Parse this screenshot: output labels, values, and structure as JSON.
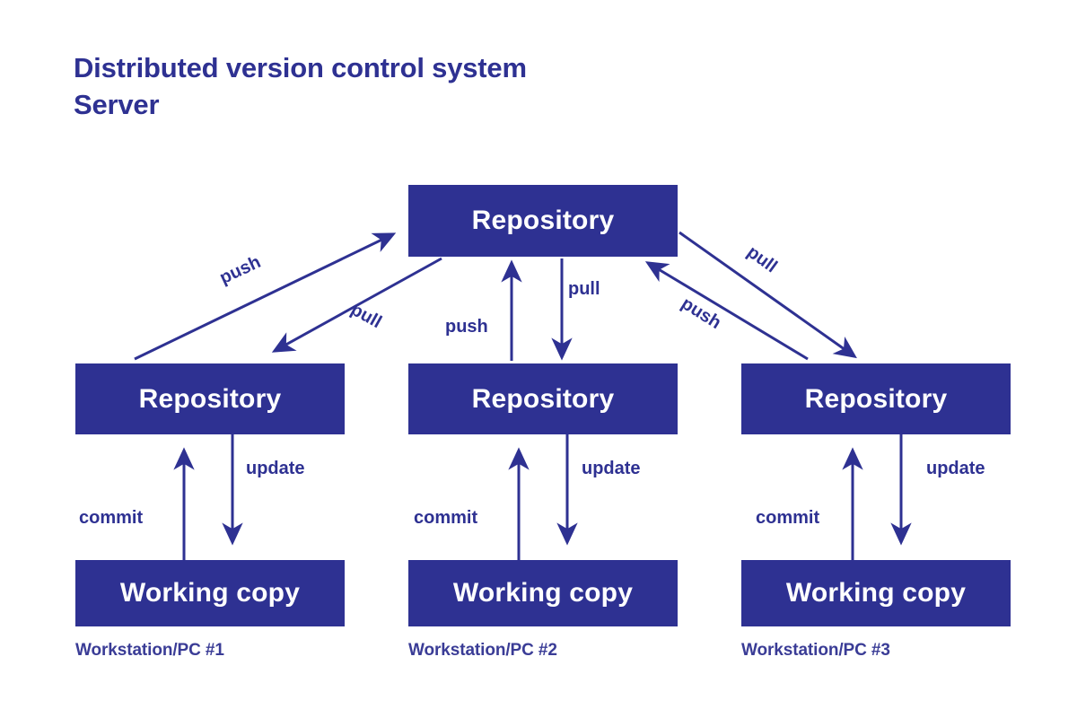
{
  "page": {
    "background_color": "#ffffff",
    "accent_color": "#2E3192",
    "box_text_color": "#ffffff",
    "caption_color": "#3A3C96"
  },
  "title": {
    "text": "Distributed version control system\nServer"
  },
  "nodes": {
    "server_repository": {
      "label": "Repository"
    },
    "columns": [
      {
        "repository_label": "Repository",
        "working_copy_label": "Working copy",
        "caption": "Workstation/PC #1"
      },
      {
        "repository_label": "Repository",
        "working_copy_label": "Working copy",
        "caption": "Workstation/PC #2"
      },
      {
        "repository_label": "Repository",
        "working_copy_label": "Working copy",
        "caption": "Workstation/PC #3"
      }
    ]
  },
  "edges": {
    "left_push": {
      "label": "push"
    },
    "left_pull": {
      "label": "pull"
    },
    "center_push": {
      "label": "push"
    },
    "center_pull": {
      "label": "pull"
    },
    "right_push": {
      "label": "push"
    },
    "right_pull": {
      "label": "pull"
    },
    "col1_commit": {
      "label": "commit"
    },
    "col1_update": {
      "label": "update"
    },
    "col2_commit": {
      "label": "commit"
    },
    "col2_update": {
      "label": "update"
    },
    "col3_commit": {
      "label": "commit"
    },
    "col3_update": {
      "label": "update"
    }
  }
}
